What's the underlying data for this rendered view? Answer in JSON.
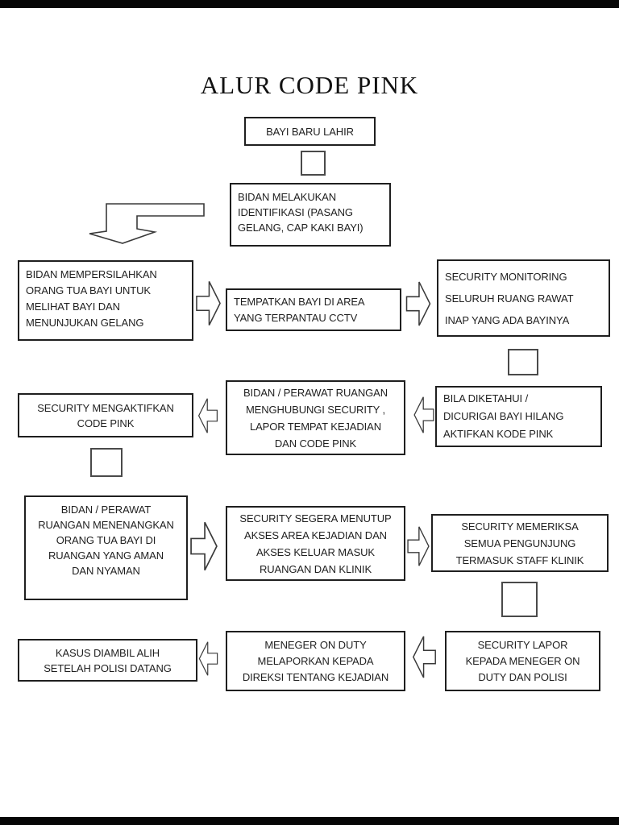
{
  "title": "ALUR CODE PINK",
  "colors": {
    "background": "#ffffff",
    "ink": "#1f1f1f",
    "box_border": "#1f1f1f",
    "arrow_outline": "#3a3a3a",
    "letterbox_bar": "#060606"
  },
  "icons": [
    "block-arrow-right-icon",
    "block-arrow-left-icon",
    "bent-arrow-down-left-icon",
    "connector-square"
  ],
  "nodes": [
    {
      "id": "bayi-baru-lahir",
      "text": [
        "BAYI BARU LAHIR"
      ]
    },
    {
      "id": "bidan-identifikasi",
      "text": [
        "BIDAN MELAKUKAN",
        "IDENTIFIKASI (PASANG",
        "GELANG, CAP KAKI BAYI)"
      ]
    },
    {
      "id": "bidan-mempersilahkan",
      "text": [
        "BIDAN MEMPERSILAHKAN",
        "ORANG TUA BAYI UNTUK",
        "MELIHAT BAYI DAN",
        "MENUNJUKAN GELANG"
      ]
    },
    {
      "id": "tempatkan-bayi",
      "text": [
        "TEMPATKAN BAYI DI AREA",
        "YANG TERPANTAU CCTV"
      ]
    },
    {
      "id": "security-monitoring",
      "text": [
        "SECURITY MONITORING",
        "SELURUH RUANG RAWAT",
        "INAP YANG ADA BAYINYA"
      ]
    },
    {
      "id": "bila-diketahui",
      "text": [
        "BILA DIKETAHUI /",
        "DICURIGAI BAYI HILANG",
        "AKTIFKAN KODE PINK"
      ]
    },
    {
      "id": "bidan-menghubungi",
      "text": [
        "BIDAN / PERAWAT RUANGAN",
        "MENGHUBUNGI SECURITY ,",
        "LAPOR TEMPAT KEJADIAN",
        "DAN CODE PINK"
      ]
    },
    {
      "id": "security-mengaktifkan",
      "text": [
        "SECURITY MENGAKTIFKAN",
        "CODE PINK"
      ]
    },
    {
      "id": "bidan-menenangkan",
      "text": [
        "BIDAN / PERAWAT",
        "RUANGAN MENENANGKAN",
        "ORANG TUA BAYI DI",
        "RUANGAN YANG AMAN",
        "DAN NYAMAN"
      ]
    },
    {
      "id": "security-menutup",
      "text": [
        "SECURITY SEGERA MENUTUP",
        "AKSES AREA KEJADIAN DAN",
        "AKSES KELUAR MASUK",
        "RUANGAN DAN KLINIK"
      ]
    },
    {
      "id": "security-memeriksa",
      "text": [
        "SECURITY MEMERIKSA",
        "SEMUA PENGUNJUNG",
        "TERMASUK STAFF KLINIK"
      ]
    },
    {
      "id": "security-lapor",
      "text": [
        "SECURITY LAPOR",
        "KEPADA MENEGER ON",
        "DUTY DAN POLISI"
      ]
    },
    {
      "id": "meneger-melaporkan",
      "text": [
        "MENEGER ON DUTY",
        "MELAPORKAN KEPADA",
        "DIREKSI TENTANG KEJADIAN"
      ]
    },
    {
      "id": "kasus-diambil-alih",
      "text": [
        "KASUS DIAMBIL ALIH",
        "SETELAH POLISI DATANG"
      ]
    }
  ]
}
